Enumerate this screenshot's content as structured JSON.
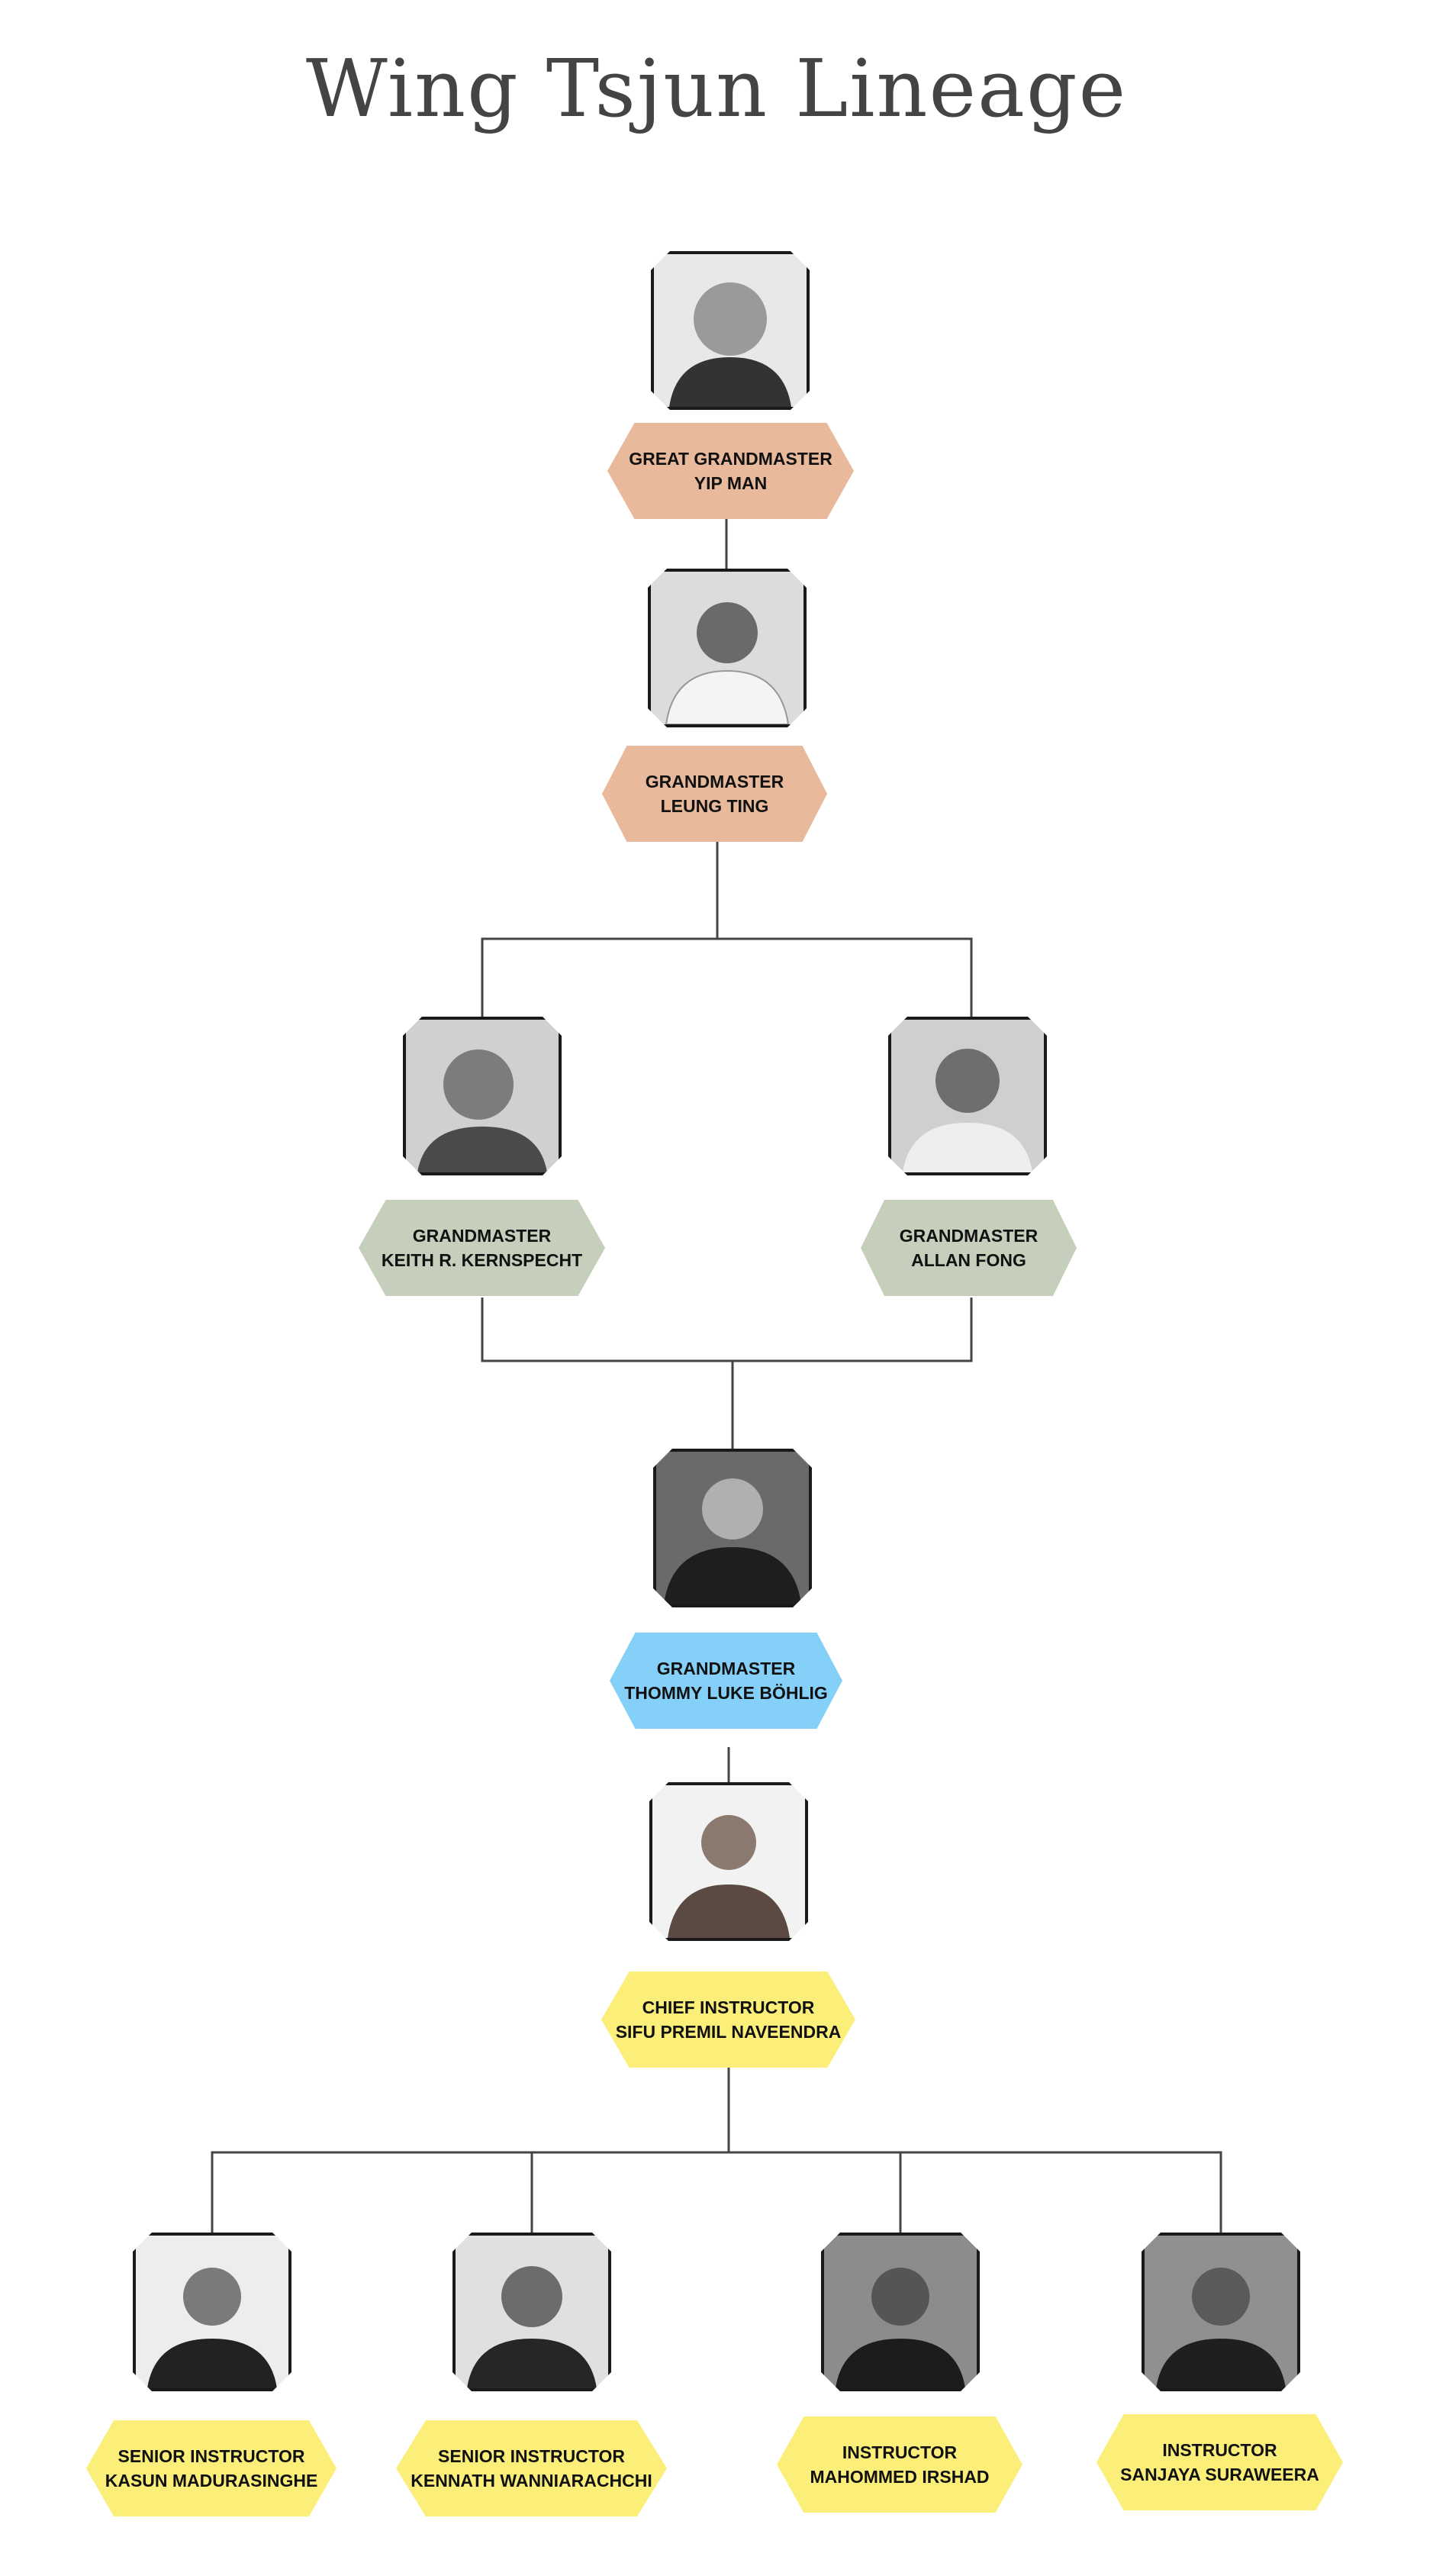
{
  "title": "Wing Tsjun Lineage",
  "colors": {
    "great_grandmaster": "#e8b99b",
    "grandmaster_2nd": "#c5cfbb",
    "grandmaster_3rd": "#84d0f8",
    "instructor": "#fbef7a",
    "line": "#444444",
    "frame": "#1a1a1a"
  },
  "people": [
    {
      "rank": "GREAT GRANDMASTER",
      "name": "YIP MAN",
      "photo": "portrait-photo"
    },
    {
      "rank": "GRANDMASTER",
      "name": "LEUNG TING",
      "photo": "portrait-photo"
    },
    {
      "rank": "GRANDMASTER",
      "name": "KEITH R. KERNSPECHT",
      "photo": "portrait-photo"
    },
    {
      "rank": "GRANDMASTER",
      "name": "ALLAN FONG",
      "photo": "portrait-photo"
    },
    {
      "rank": "GRANDMASTER",
      "name": "THOMMY LUKE BÖHLIG",
      "photo": "portrait-photo"
    },
    {
      "rank": "CHIEF INSTRUCTOR",
      "name": "SIFU PREMIL NAVEENDRA",
      "photo": "portrait-photo"
    },
    {
      "rank": "SENIOR INSTRUCTOR",
      "name": "KASUN MADURASINGHE",
      "photo": "portrait-photo"
    },
    {
      "rank": "SENIOR INSTRUCTOR",
      "name": "KENNATH WANNIARACHCHI",
      "photo": "portrait-photo"
    },
    {
      "rank": "INSTRUCTOR",
      "name": "MAHOMMED IRSHAD",
      "photo": "portrait-photo"
    },
    {
      "rank": "INSTRUCTOR",
      "name": "SANJAYA SURAWEERA",
      "photo": "portrait-photo"
    }
  ]
}
